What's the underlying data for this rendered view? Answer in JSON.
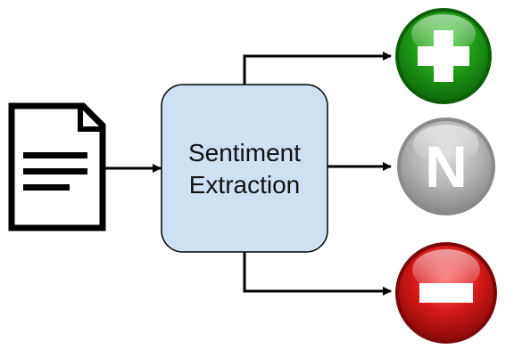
{
  "diagram": {
    "process_box": {
      "line1": "Sentiment",
      "line2": "Extraction"
    },
    "input_icon": "document-icon",
    "outputs": [
      {
        "icon": "plus-icon",
        "color": "#1e9a16"
      },
      {
        "icon": "neutral-icon",
        "letter": "N",
        "color": "#b6b6b6"
      },
      {
        "icon": "minus-icon",
        "color": "#d41818"
      }
    ],
    "colors": {
      "box_fill": "#cfe0f2",
      "line": "#000000"
    }
  }
}
